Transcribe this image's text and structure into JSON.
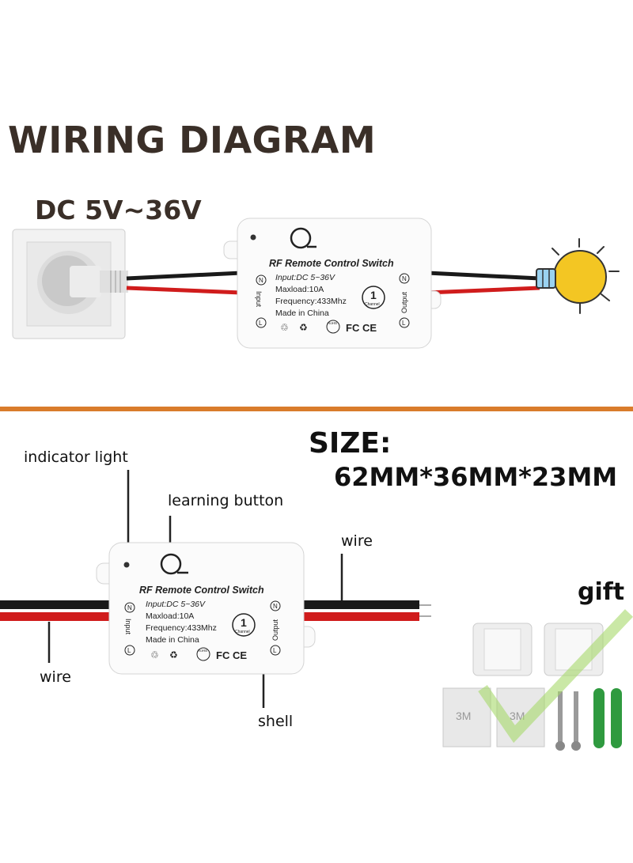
{
  "title": "WIRING DIAGRAM",
  "power_label": "DC 5V~36V",
  "device": {
    "name": "RF Remote Control Switch",
    "input": "Input:DC 5~36V",
    "maxload": "Maxload:10A",
    "frequency": "Frequency:433Mhz",
    "made_in": "Made in China",
    "channel_number": "1",
    "channel_word": "Channel",
    "input_side": "Input",
    "output_side": "Output",
    "n_mark": "N",
    "l_mark": "L",
    "cert": "FC CE",
    "rohs": "RoHS"
  },
  "labels": {
    "indicator_light": "indicator light",
    "learning_button": "learning button",
    "wire_top": "wire",
    "wire_bottom": "wire",
    "shell": "shell",
    "size_title": "SIZE:",
    "size_value": "62MM*36MM*23MM",
    "gift": "gift",
    "tape_brand": "3M"
  },
  "colors": {
    "title": "#3a2f28",
    "divider": "#d97c2b",
    "wire_red": "#d01c1c",
    "wire_black": "#1a1a1a",
    "bulb": "#f3c623",
    "anchor": "#2f9a3f"
  }
}
